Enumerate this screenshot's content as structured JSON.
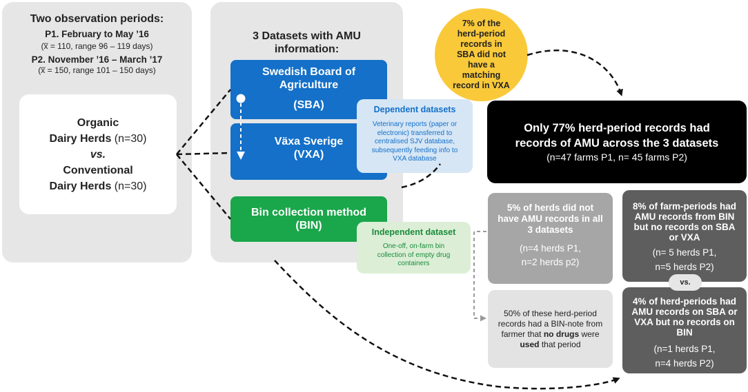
{
  "periods": {
    "title": "Two observation periods:",
    "p1_title": "P1. February  to May ’16",
    "p1_detail": "(x̅ = 110, range 96 – 119 days)",
    "p2_title": "P2. November ’16 – March ’17",
    "p2_detail": "(x̅ = 150, range 101 – 150 days)"
  },
  "herds": {
    "organic_1": "Organic",
    "organic_2_bold": "Dairy Herds",
    "organic_2_n": " (n=30)",
    "vs": "vs.",
    "conv_1": "Conventional",
    "conv_2_bold": "Dairy Herds",
    "conv_2_n": " (n=30)"
  },
  "datasets": {
    "title_1": "3 Datasets with AMU",
    "title_2": "information:",
    "sba_1": "Swedish Board of",
    "sba_2": "Agriculture",
    "sba_3": "(SBA)",
    "vxa_1": "Växa Sverige",
    "vxa_2": "(VXA)",
    "bin_1": "Bin collection method",
    "bin_2": "(BIN)"
  },
  "dependent": {
    "title": "Dependent datasets",
    "body_1": "Veterinary reports (paper or",
    "body_2": "electronic) transferred to",
    "body_3": "centralised SJV database,",
    "body_4": "subsequently feeding info to",
    "body_5": "VXA database"
  },
  "independent": {
    "title": "Independent dataset",
    "body_1": "One-off, on-farm bin",
    "body_2": "collection of empty drug",
    "body_3": "containers"
  },
  "circle": {
    "l1": "7% of the",
    "l2": "herd-period",
    "l3": "records in",
    "l4": "SBA did not",
    "l5": "have a",
    "l6": "matching",
    "l7": "record in VXA"
  },
  "black": {
    "l1": "Only 77% herd-period records had",
    "l2": "records of AMU across the 3 datasets",
    "l3": "(n=47 farms P1, n= 45 farms P2)"
  },
  "grey1": {
    "l1": "5% of herds did not",
    "l2": "have AMU records in all",
    "l3": "3 datasets",
    "l4": "(n=4 herds P1,",
    "l5": "n=2 herds p2)"
  },
  "grey2": {
    "l1": "50% of these herd-period",
    "l2": "records had a BIN-note from",
    "l3a": "farmer that ",
    "l3b": "no drugs",
    "l3c": " were",
    "l4a": "used",
    "l4b": " that period"
  },
  "dark1": {
    "l1": "8% of farm-periods had",
    "l2": "AMU records from BIN",
    "l3": "but no records on SBA",
    "l4": "or VXA",
    "l5": "(n= 5 herds P1,",
    "l6": "n=5 herds P2)"
  },
  "vs_badge": "vs.",
  "dark2": {
    "l1": "4% of herd-periods had",
    "l2": "AMU records on SBA or",
    "l3": "VXA but no records on",
    "l4": "BIN",
    "l5": "(n=1 herds P1,",
    "l6": "n=4 herds P2)"
  },
  "colors": {
    "panel_grey": "#e6e6e6",
    "blue": "#1470c8",
    "green": "#1aa64a",
    "light_blue": "#d6e6f5",
    "light_green": "#dcefd6",
    "yellow": "#f9c93a",
    "black": "#000000",
    "grey_mid": "#a6a6a6",
    "grey_light": "#e3e3e3",
    "grey_dark": "#5e5e5e"
  }
}
